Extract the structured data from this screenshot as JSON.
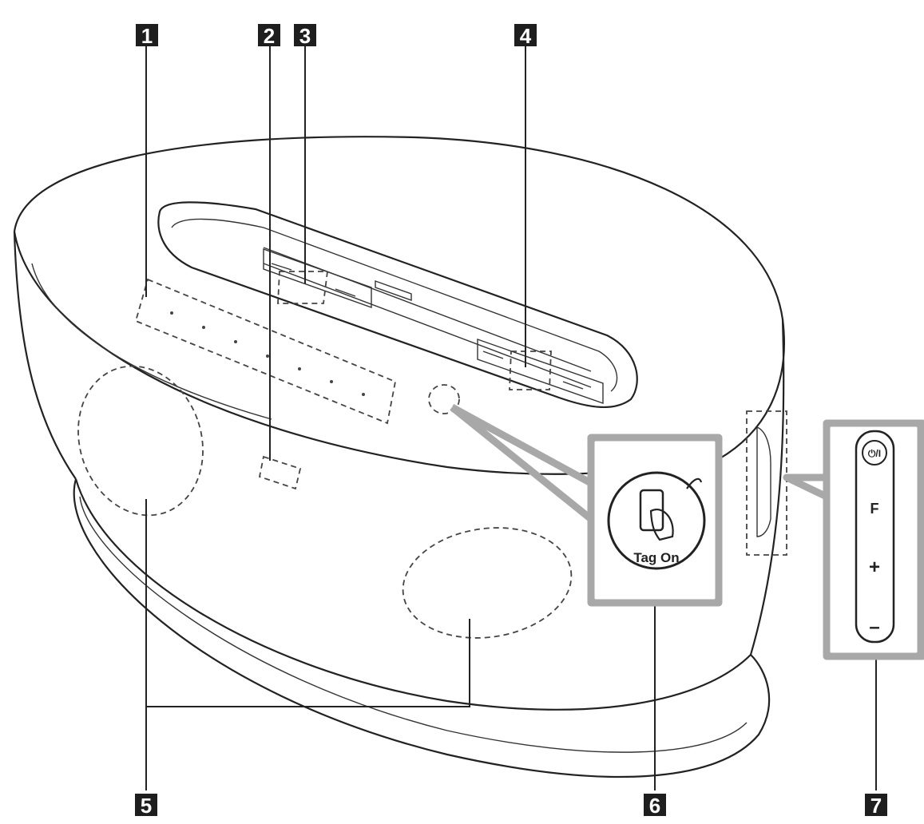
{
  "callouts": [
    {
      "id": "1",
      "label": "1"
    },
    {
      "id": "2",
      "label": "2"
    },
    {
      "id": "3",
      "label": "3"
    },
    {
      "id": "4",
      "label": "4"
    },
    {
      "id": "5",
      "label": "5"
    },
    {
      "id": "6",
      "label": "6"
    },
    {
      "id": "7",
      "label": "7"
    }
  ],
  "tag_on_inset": {
    "label": "Tag On"
  },
  "side_panel": {
    "buttons": [
      {
        "name": "power",
        "label": "⏻/I"
      },
      {
        "name": "function",
        "label": "F"
      },
      {
        "name": "volume-up",
        "label": "+"
      },
      {
        "name": "volume-down",
        "label": "–"
      }
    ]
  }
}
